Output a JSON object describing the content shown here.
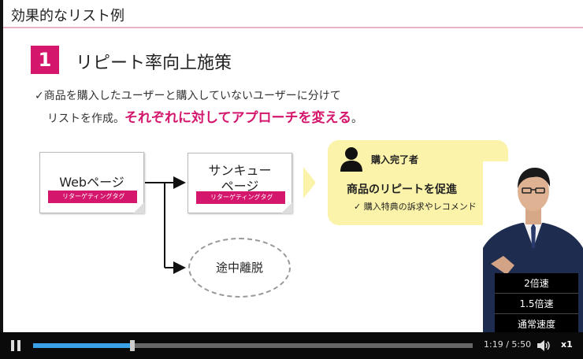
{
  "slide": {
    "title": "効果的なリスト例",
    "section_number": "1",
    "section_title": "リピート率向上施策",
    "desc_line1": "✓商品を購入したユーザーと購入していないユーザーに分けて",
    "desc_line2_plain": "リストを作成。",
    "desc_line2_emph": "それぞれに対してアプローチを変える",
    "desc_line2_end": "。",
    "web_doc_title": "Webページ",
    "web_doc_tag": "リターゲティングタグ",
    "thanks_doc_title_l1": "サンキュー",
    "thanks_doc_title_l2": "ページ",
    "thanks_doc_tag": "リターゲティングタグ",
    "exit_label": "途中離脱",
    "result_header": "購入完了者",
    "result_main": "商品のリピートを促進",
    "result_sub": "✓ 購入特典の訴求やレコメンド"
  },
  "speed_menu": {
    "options": [
      "2倍速",
      "1.5倍速",
      "通常速度"
    ]
  },
  "controls": {
    "time_current": "1:19",
    "time_sep": "/",
    "time_total": "5:50",
    "speed_label": "x1",
    "progress_fraction": 0.226
  },
  "colors": {
    "accent": "#d4166c",
    "result_bg": "#fbf3a9",
    "progress": "#3aa0e8"
  },
  "icons": {
    "pause": "pause-icon",
    "volume": "volume-icon",
    "person": "person-icon"
  }
}
